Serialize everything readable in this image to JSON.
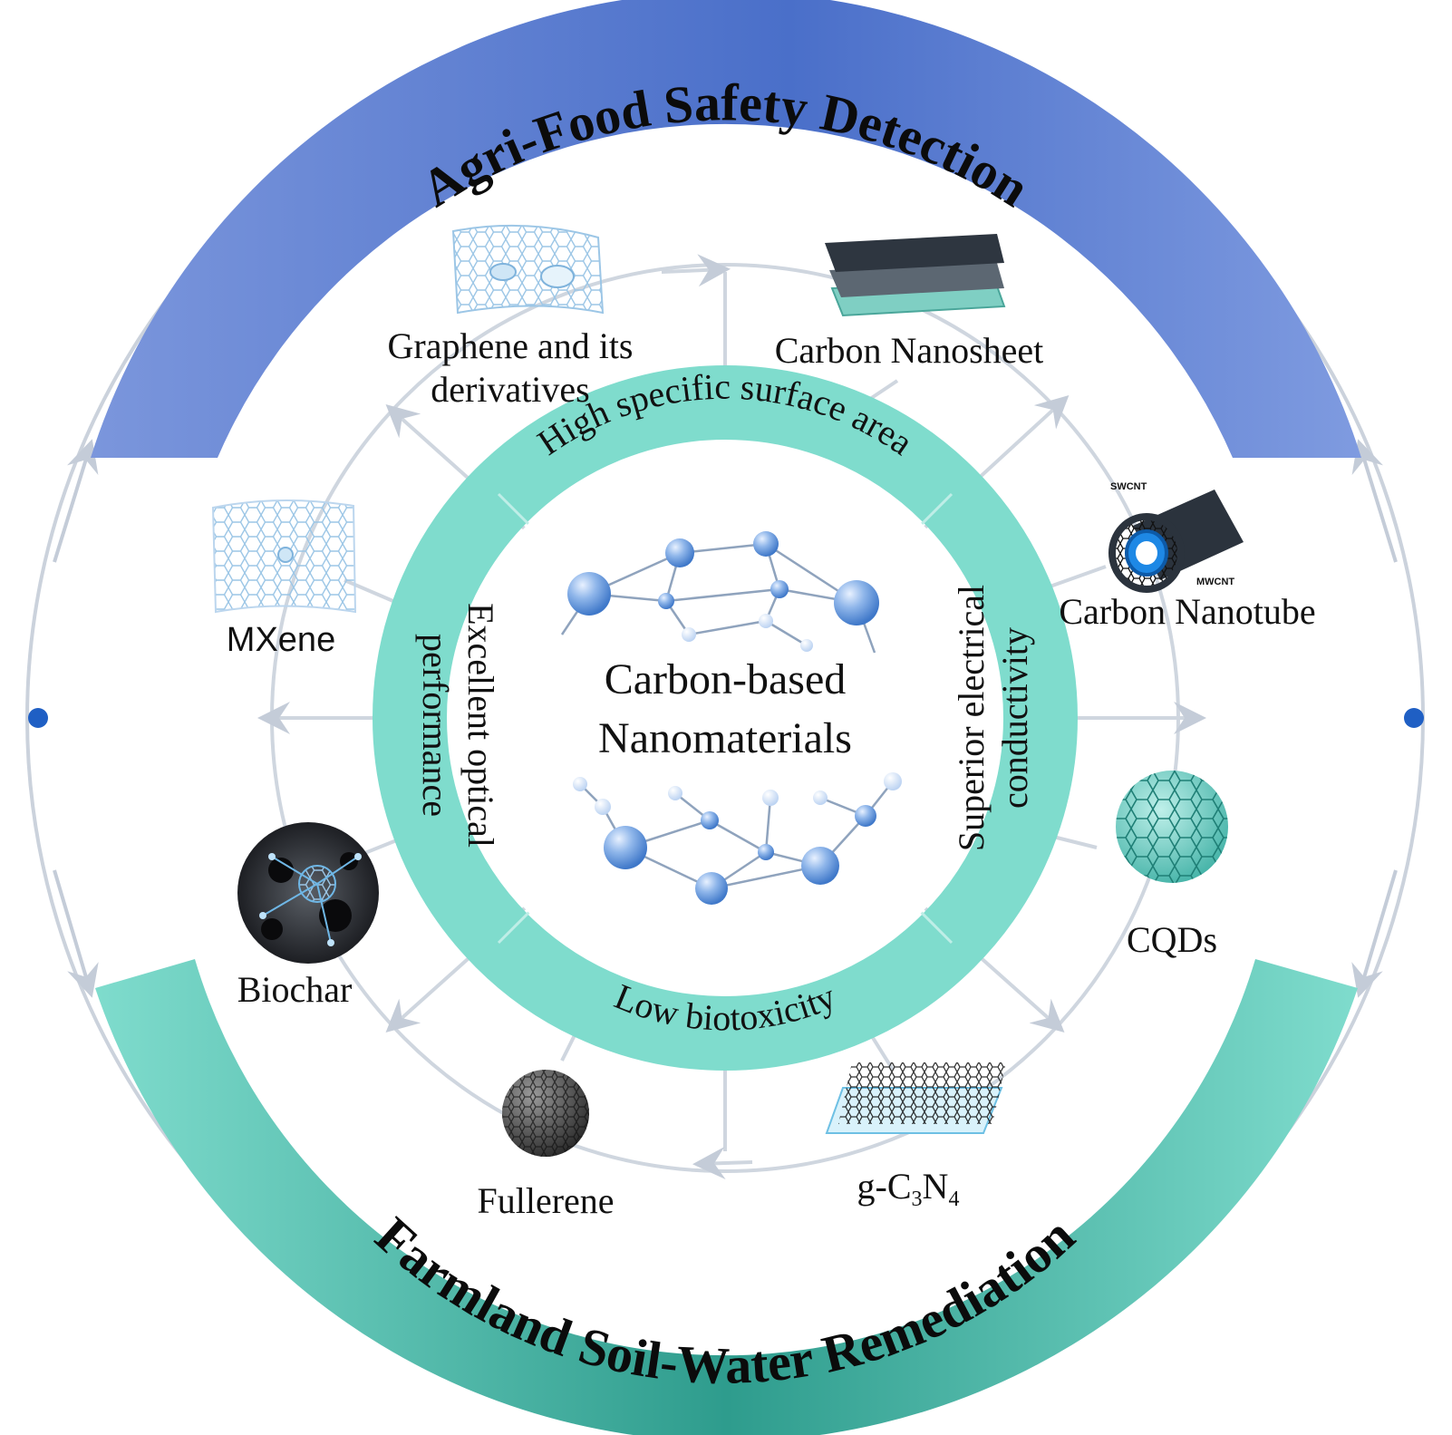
{
  "outer_ring": {
    "top_label": "Agri-Food Safety Detection",
    "bottom_label": "Farmland Soil-Water Remediation",
    "top_color": "#4a6fc9",
    "bottom_color": "#3fb7a8"
  },
  "center": {
    "line1": "Carbon-based",
    "line2": "Nanomaterials"
  },
  "properties": {
    "top": "High specific surface area",
    "right_line1": "Superior electrical",
    "right_line2": "conductivity",
    "bottom": "Low biotoxicity",
    "left_line1": "Excellent optical",
    "left_line2": "performance",
    "ring_color": "#7fdcce"
  },
  "materials": {
    "graphene_line1": "Graphene  and its",
    "graphene_line2": "derivatives",
    "nanosheet": "Carbon Nanosheet",
    "nanotube": "Carbon Nanotube",
    "swcnt": "SWCNT",
    "mwcnt": "MWCNT",
    "cqds": "CQDs",
    "g_c3n4_main": "g-C",
    "g_c3n4_sub1": "3",
    "g_c3n4_mid": "N",
    "g_c3n4_sub2": "4",
    "fullerene": "Fullerene",
    "biochar": "Biochar",
    "mxene": "MXene"
  }
}
